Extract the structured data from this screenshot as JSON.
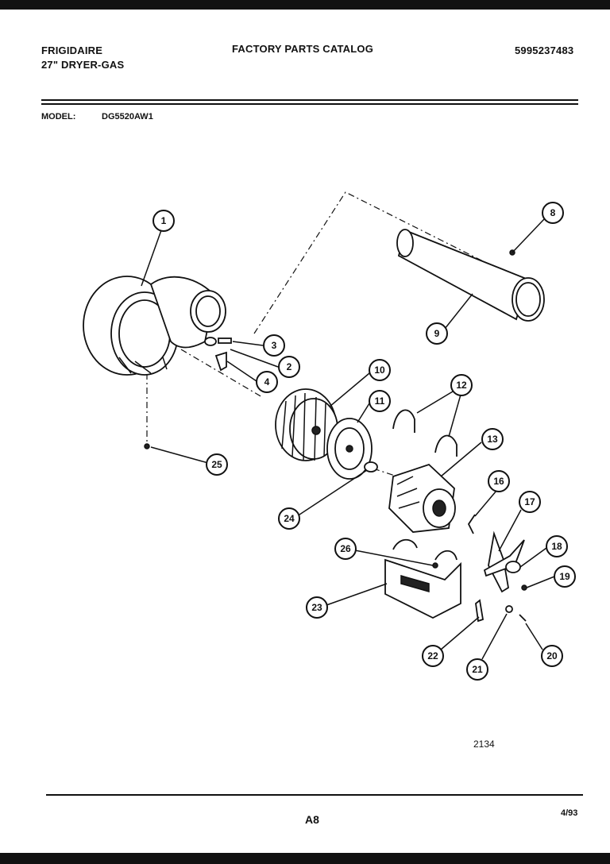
{
  "header": {
    "brand": "FRIGIDAIRE",
    "product": "27\" DRYER-GAS",
    "title": "FACTORY PARTS CATALOG",
    "part_number": "5995237483"
  },
  "model": {
    "label": "MODEL:",
    "value": "DG5520AW1"
  },
  "callouts": [
    "1",
    "2",
    "3",
    "4",
    "8",
    "9",
    "10",
    "11",
    "12",
    "13",
    "16",
    "17",
    "18",
    "19",
    "20",
    "21",
    "22",
    "23",
    "24",
    "25",
    "26"
  ],
  "footer": {
    "drawing_number": "2134",
    "page": "A8",
    "date": "4/93"
  }
}
